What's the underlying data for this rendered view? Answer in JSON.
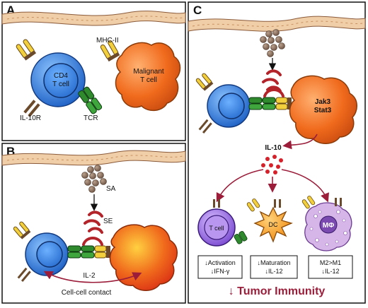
{
  "panel_a": {
    "letter": "A",
    "cd4_line1": "CD4",
    "cd4_line2": "T cell",
    "mhc": "MHC-II",
    "malignant_line1": "Malignant",
    "malignant_line2": "T cell",
    "il10r": "IL-10R",
    "tcr": "TCR"
  },
  "panel_b": {
    "letter": "B",
    "sa": "SA",
    "se": "SE",
    "il2": "IL-2",
    "contact": "Cell-cell contact"
  },
  "panel_c": {
    "letter": "C",
    "jak3": "Jak3",
    "stat3": "Stat3",
    "il10": "IL-10",
    "tcell": "T cell",
    "dc": "DC",
    "mphi": "MΦ",
    "box1_line1": "↓Activation",
    "box1_line2": "↓IFN-γ",
    "box2_line1": "↓Maturation",
    "box2_line2": "↓IL-12",
    "box3_line1": "M2>M1",
    "box3_line2": "↓IL-12",
    "tumor_immunity": "↓ Tumor Immunity"
  },
  "colors": {
    "tcell_blue": "#3f8ee6",
    "malignant_orange": "#f06a1c",
    "tcr_green": "#2f8a2e",
    "receptor_yellow": "#f2cf3c",
    "receptor_brown": "#6a4a2a",
    "se_red": "#b3242a",
    "arrow_maroon": "#9b1d3a",
    "dc_orange": "#f5a21b",
    "mphi_lilac": "#d6b6e8",
    "tcell_purple": "#9a6ae0",
    "membrane_tan": "#d9a677"
  }
}
